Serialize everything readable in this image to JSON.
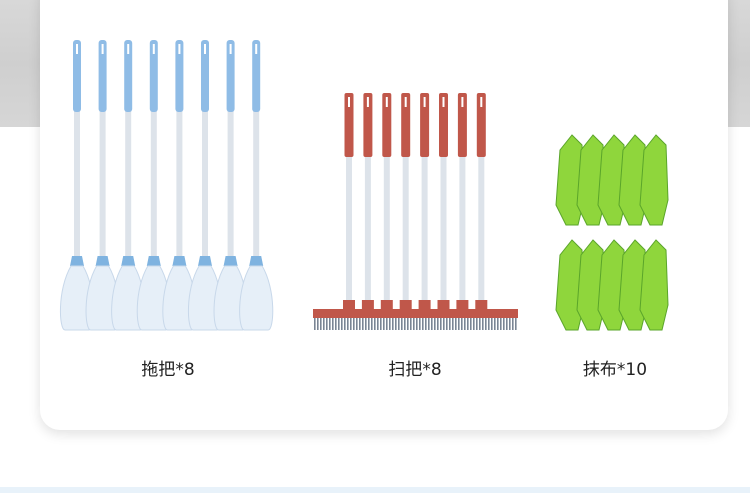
{
  "items": [
    {
      "label": "拖把*8",
      "count": 8,
      "color": "#8fbce6"
    },
    {
      "label": "扫把*8",
      "count": 8,
      "color": "#c0574a"
    },
    {
      "label": "抹布*10",
      "count": 10,
      "color": "#8fd63c"
    }
  ]
}
